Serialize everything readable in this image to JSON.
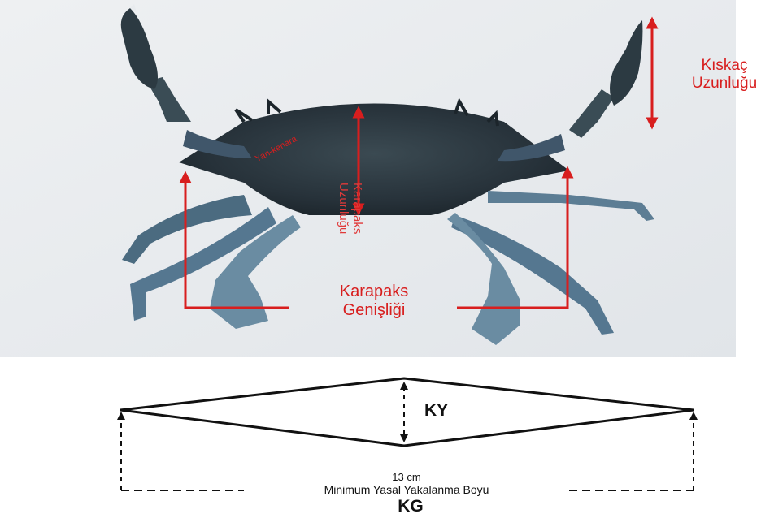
{
  "photo": {
    "labels": {
      "claw_length": [
        "Kıskaç",
        "Uzunluğu"
      ],
      "carapace_length": [
        "Karapaks",
        "Uzunluğu"
      ],
      "carapace_width": [
        "Karapaks",
        "Genişliği"
      ],
      "lateral_spines": "Yan-kenara"
    },
    "colors": {
      "annotation": "#d81e1e",
      "shell": "#2e3a40",
      "legs": "#5b7d92",
      "background": "#e8ebee"
    }
  },
  "schematic": {
    "ky_label": "KY",
    "kg_label": "KG",
    "size_value": "13 cm",
    "caption": "Minimum Yasal Yakalanma Boyu"
  }
}
